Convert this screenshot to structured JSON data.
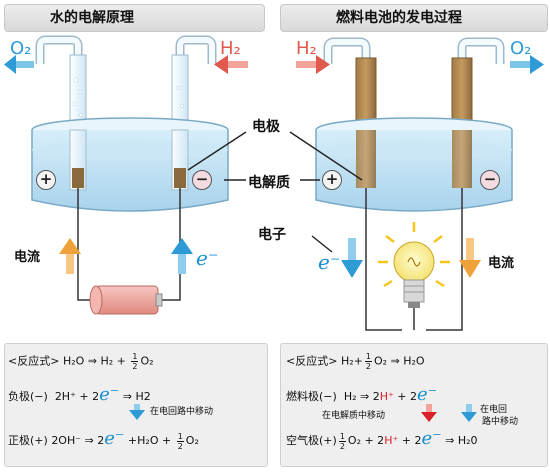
{
  "left": {
    "title": "水的电解原理",
    "gas_left": "O₂",
    "gas_right": "H₂",
    "current_label": "电流",
    "electron_label": "e⁻",
    "anode_sign": "+",
    "cathode_sign": "−"
  },
  "right": {
    "title": "燃料电池的发电过程",
    "gas_left": "H₂",
    "gas_right": "O₂",
    "current_label": "电流",
    "electron_label": "e⁻",
    "left_sign": "+",
    "right_sign": "−"
  },
  "center": {
    "electrode": "电极",
    "electrolyte": "电解质",
    "electron": "电子"
  },
  "left_panel": {
    "reaction_label": "<反应式>",
    "reaction": "H₂O ⇒ H₂ + ",
    "frac_n": "1",
    "frac_d": "2",
    "reaction_tail": "O₂",
    "neg_label": "负极(−)",
    "neg_eq_a": "2H⁺ + 2",
    "neg_eq_b": "⇒ H2",
    "move_note": "在电回路中移动",
    "pos_label": "正极(+)",
    "pos_eq_a": "2OH⁻ ⇒ 2",
    "pos_eq_b": "+H₂O + ",
    "pos_eq_c": "O₂",
    "e_sym": "e⁻"
  },
  "right_panel": {
    "reaction_label": "<反应式>",
    "reaction_a": "H₂+",
    "reaction_b": "O₂  ⇒ H₂O",
    "frac_n": "1",
    "frac_d": "2",
    "fuel_label": "燃料极(−)",
    "fuel_eq_a": "H₂ ⇒ 2",
    "fuel_eq_h": "H⁺",
    "fuel_eq_b": "+ 2",
    "electrolyte_note": "在电解质中移动",
    "circuit_note_1": "在电回",
    "circuit_note_2": "路中移动",
    "air_label": "空气极(+)",
    "air_eq_a": "O₂ + 2",
    "air_eq_h": "H⁺",
    "air_eq_b": "+ 2",
    "air_eq_c": "⇒ H₂0",
    "e_sym": "e⁻"
  },
  "colors": {
    "water": "#bfe0f2",
    "arrow_blue": "#2e9bd6",
    "arrow_red": "#e05a4c",
    "arrow_orange": "#f0a23a",
    "electrode": "#8a6a3c"
  }
}
